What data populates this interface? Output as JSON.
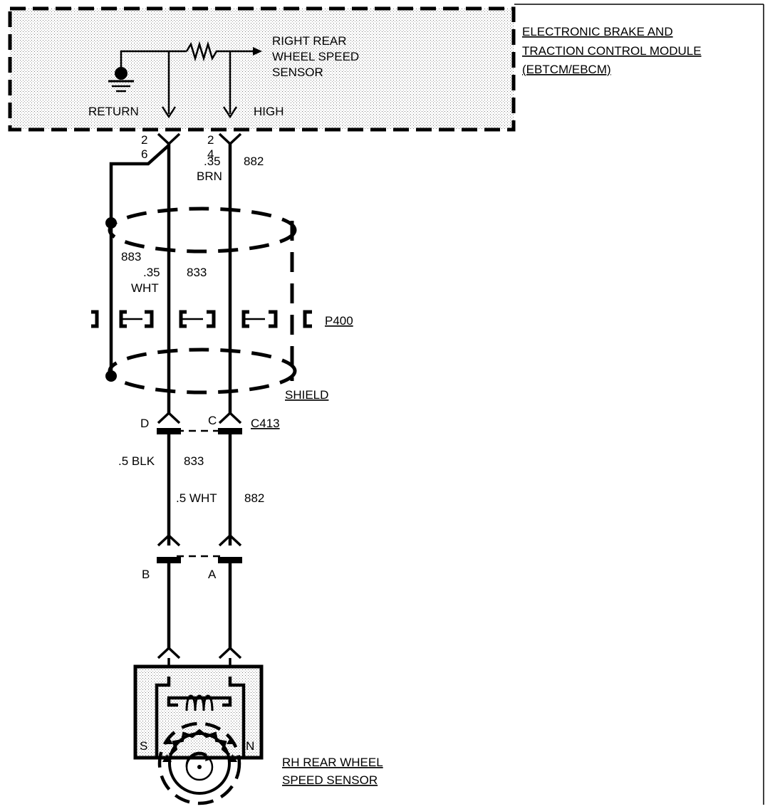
{
  "module": {
    "title_lines": [
      "ELECTRONIC BRAKE AND",
      "TRACTION CONTROL MODULE",
      "(EBTCM/EBCM)"
    ],
    "sensor_label_lines": [
      "RIGHT REAR",
      "WHEEL SPEED",
      "SENSOR"
    ],
    "return_label": "RETURN",
    "high_label": "HIGH"
  },
  "module_connector": {
    "return_pins": [
      "2",
      "6"
    ],
    "high_pins": [
      "2",
      "4"
    ]
  },
  "wires_upper": {
    "high_gauge": ".35",
    "high_color": "BRN",
    "high_circuit": "882",
    "drain_circuit": "883",
    "return_gauge": ".35",
    "return_color": "WHT",
    "return_circuit": "833"
  },
  "splice": {
    "label": "P400"
  },
  "shield": {
    "label": "SHIELD"
  },
  "inline_connector": {
    "label": "C413",
    "pin_left": "D",
    "pin_right": "C"
  },
  "wires_lower": {
    "left_gauge_color": ".5 BLK",
    "left_circuit": "833",
    "right_gauge_color": ".5 WHT",
    "right_circuit": "882"
  },
  "sensor_connector": {
    "pin_left": "B",
    "pin_right": "A"
  },
  "sensor": {
    "pole_s": "S",
    "pole_n": "N",
    "label_lines": [
      "RH REAR  WHEEL",
      "SPEED SENSOR"
    ]
  }
}
